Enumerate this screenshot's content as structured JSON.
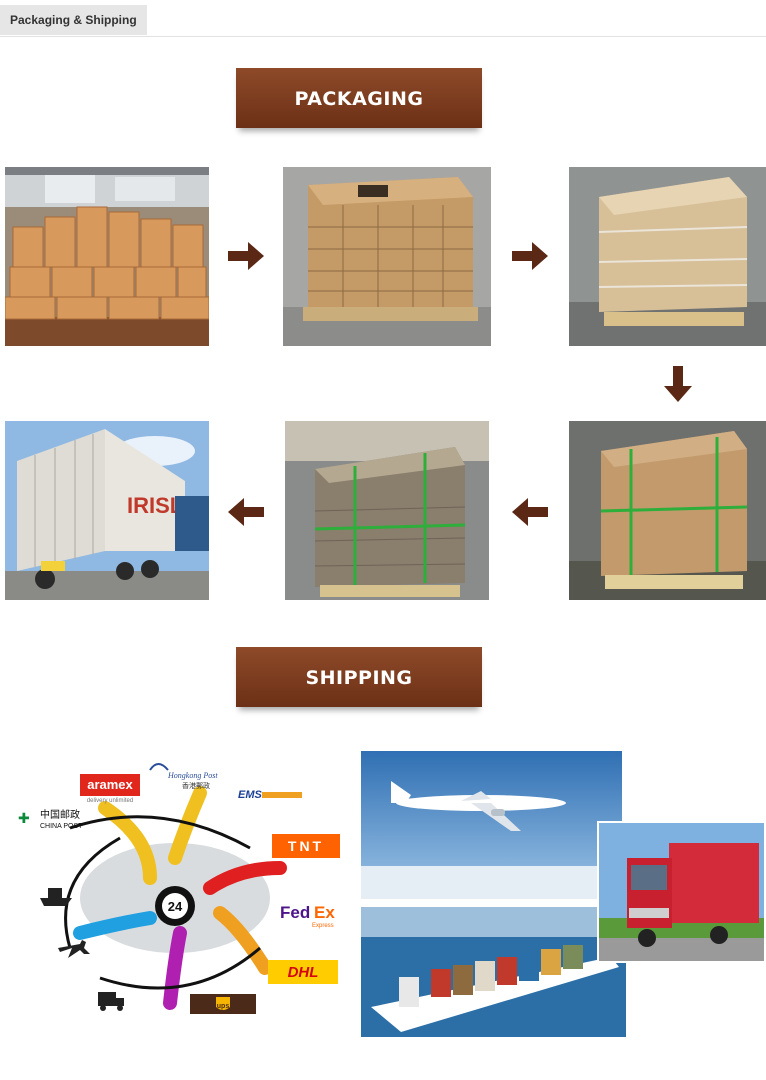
{
  "tab": {
    "label": "Packaging & Shipping"
  },
  "packaging": {
    "title": "PACKAGING"
  },
  "shipping": {
    "title": "SHIPPING"
  },
  "container": {
    "text": "IRISL"
  },
  "carriers": {
    "aramex": "aramex",
    "aramex_sub": "delivery unlimited",
    "hkpost": "Hongkong Post",
    "hkpost_sub": "香港郵政",
    "ems": "EMS",
    "chinapost_cn": "中国邮政",
    "chinapost_en": "CHINA POST",
    "tnt": "TNT",
    "fedex_a": "Fed",
    "fedex_b": "Ex",
    "fedex_sub": "Express",
    "hub": "24",
    "dhl": "DHL",
    "ups": "ups"
  },
  "colors": {
    "banner": "#7a3a1c",
    "arrow": "#5a2814",
    "fedex_purple": "#4d148c",
    "fedex_orange": "#ff6600",
    "dhl_yellow": "#ffcc00",
    "dhl_red": "#d40511",
    "tnt_orange": "#ff6200",
    "aramex_red": "#e1261c"
  }
}
